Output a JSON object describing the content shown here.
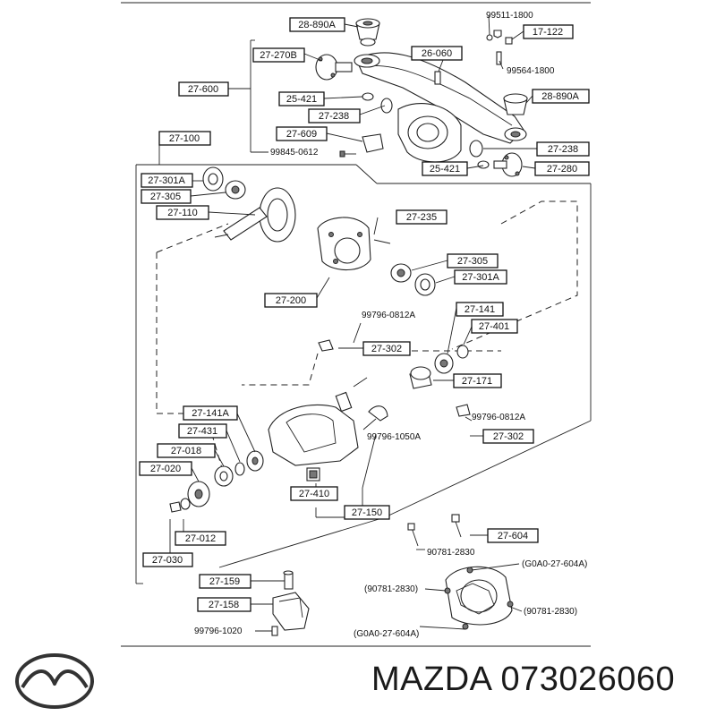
{
  "labels": {
    "l28890a_top": "28-890A",
    "l99511": "99511-1800",
    "l17122": "17-122",
    "l27270b": "27-270B",
    "l26060": "26-060",
    "l99564": "99564-1800",
    "l27600": "27-600",
    "l25421_left": "25-421",
    "l28890a_right": "28-890A",
    "l27238_left": "27-238",
    "l27609": "27-609",
    "l99845": "99845-0612",
    "l27238_right": "27-238",
    "l25421_right": "25-421",
    "l27280": "27-280",
    "l27100": "27-100",
    "l27301a_left": "27-301A",
    "l27305_left": "27-305",
    "l27110": "27-110",
    "l27235": "27-235",
    "l27305_right": "27-305",
    "l27301a_right": "27-301A",
    "l27200": "27-200",
    "l99796_0812a_top": "99796-0812A",
    "l27141": "27-141",
    "l27401": "27-401",
    "l27302_top": "27-302",
    "l27171": "27-171",
    "l27141a": "27-141A",
    "l27431": "27-431",
    "l99796_1050a": "99796-1050A",
    "l99796_0812a_bottom": "99796-0812A",
    "l27302_bottom": "27-302",
    "l27018": "27-018",
    "l27020": "27-020",
    "l27410": "27-410",
    "l27150": "27-150",
    "l27604": "27-604",
    "l27012": "27-012",
    "l90781_2830": "90781-2830",
    "l27030": "27-030",
    "lg0a0_top": "(G0A0-27-604A)",
    "l90781_paren_left": "(90781-2830)",
    "l27159": "27-159",
    "l90781_paren_right": "(90781-2830)",
    "l27158": "27-158",
    "l99796_1020": "99796-1020",
    "lg0a0_bottom": "(G0A0-27-604A)"
  },
  "brand": {
    "caption": "MAZDA 073026060",
    "logo_icon": "mazda-logo-icon"
  }
}
